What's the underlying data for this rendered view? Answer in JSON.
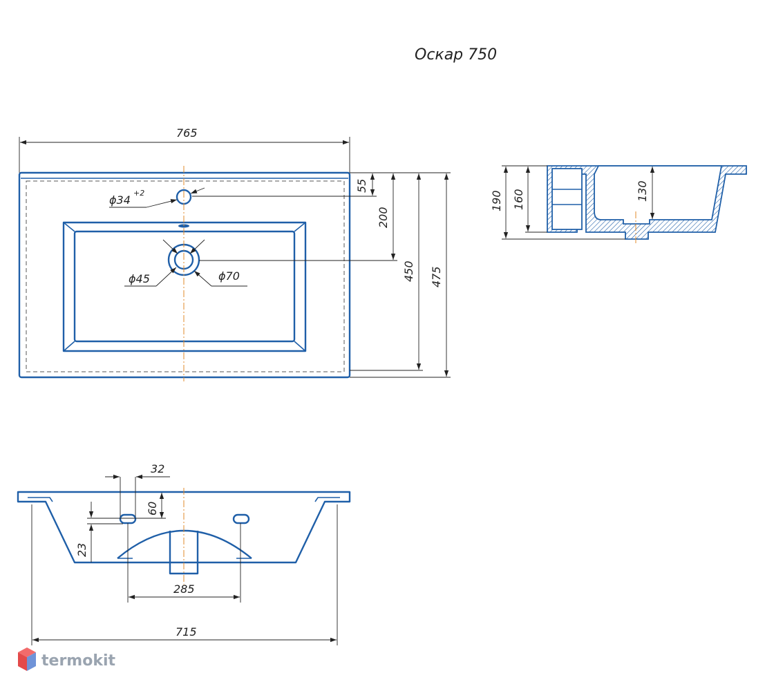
{
  "title": "Оскар 750",
  "brand": {
    "name": "termokit",
    "colors": {
      "top": "#f26b6b",
      "left": "#e34a4a",
      "right": "#6f93d8"
    }
  },
  "colors": {
    "outline": "#1f5fa8",
    "axis": "#e08a2a",
    "dimension": "#222222"
  },
  "top_view": {
    "width": "765",
    "faucet_hole": "ϕ34",
    "faucet_hole_tol": "+2",
    "drain_inner": "ϕ45",
    "drain_outer": "ϕ70",
    "dist_55": "55",
    "dist_200": "200",
    "depth_450": "450",
    "depth_475": "475"
  },
  "side_view": {
    "height_190": "190",
    "height_160": "160",
    "bowl_130": "130"
  },
  "front_view": {
    "slot_32": "32",
    "slot_60": "60",
    "edge_23": "23",
    "span_285": "285",
    "width_715": "715"
  }
}
